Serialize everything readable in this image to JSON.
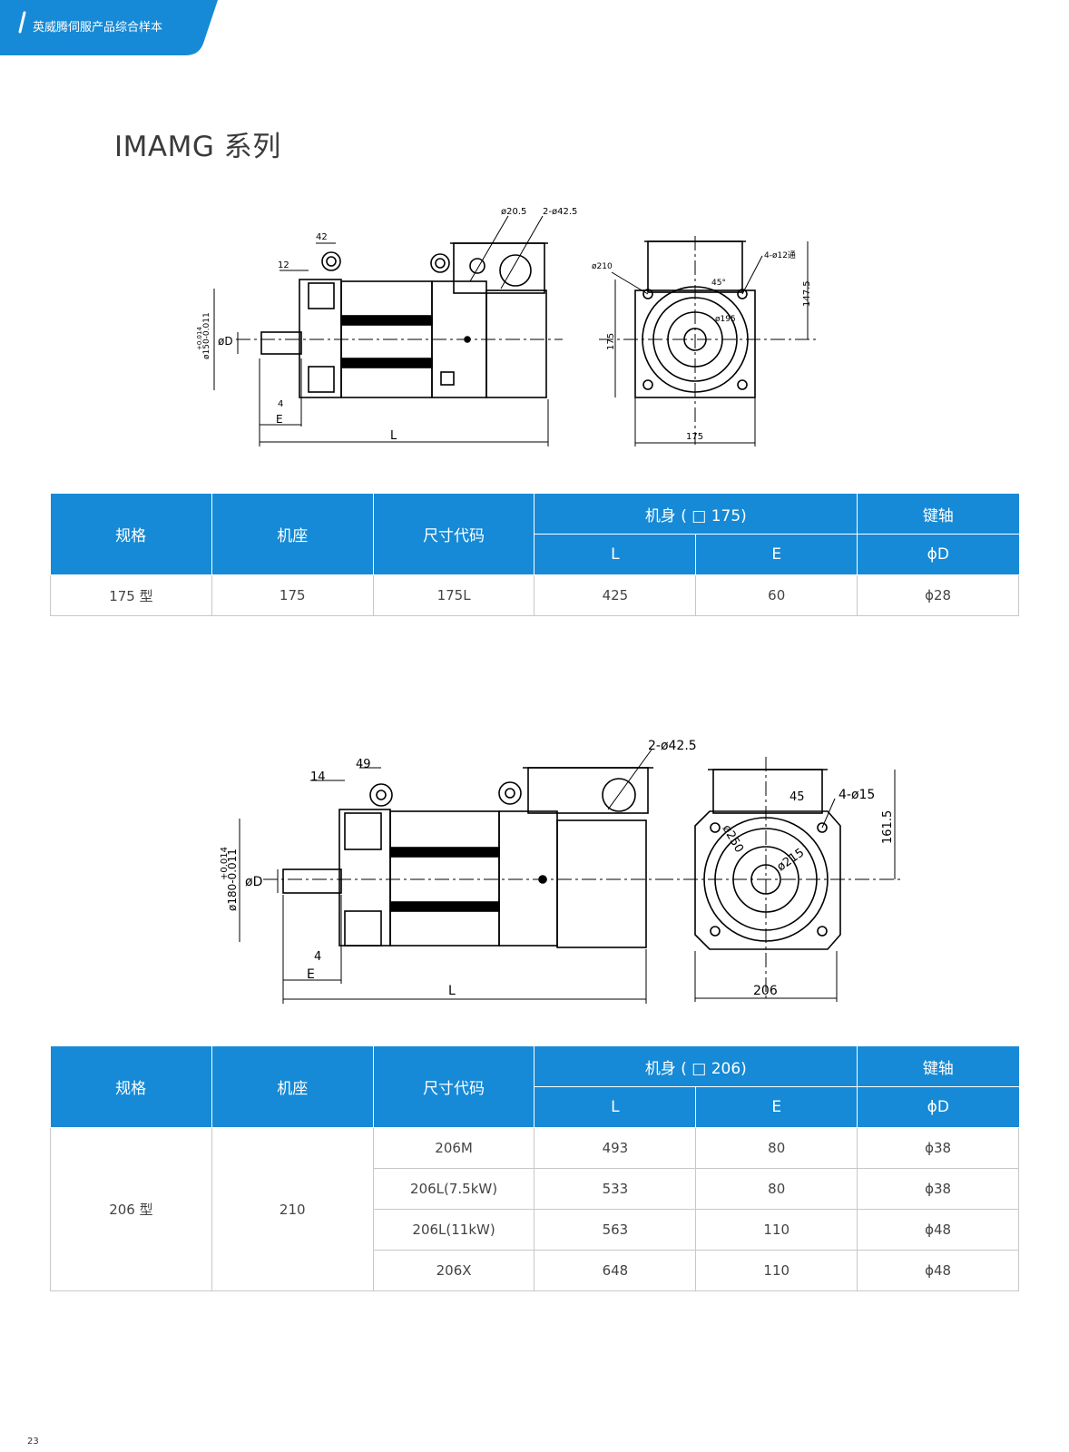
{
  "header": {
    "section_label": "英威腾伺服产品综合样本"
  },
  "page_title": "IMAMG 系列",
  "drawing1": {
    "labels": {
      "phi205": "ø20.5",
      "holes": "2-ø42.5",
      "d42": "42",
      "d12": "12",
      "d150": "ø150-0.011",
      "d150_tol": "+0.014",
      "phiD": "øD",
      "d4": "4",
      "E": "E",
      "L": "L",
      "phi210": "ø210",
      "bolts": "4-ø12通",
      "h147": "147.5",
      "ang45": "45°",
      "phi195": "ø195",
      "h175": "175",
      "w175": "175"
    }
  },
  "table1": {
    "headers": {
      "spec": "规格",
      "frame": "机座",
      "code": "尺寸代码",
      "body": "机身 ( □ 175)",
      "key": "键轴",
      "L": "L",
      "E": "E",
      "D": "ϕD"
    },
    "rows": [
      {
        "spec": "175 型",
        "frame": "175",
        "code": "175L",
        "L": "425",
        "E": "60",
        "D": "ϕ28"
      }
    ]
  },
  "drawing2": {
    "labels": {
      "holes": "2-ø42.5",
      "d49": "49",
      "d14": "14",
      "d180": "ø180-0.011",
      "d180_tol": "+0.014",
      "phiD": "øD",
      "d4": "4",
      "E": "E",
      "L": "L",
      "bolts": "4-ø15",
      "ang45": "45",
      "h161": "161.5",
      "phi250": "ø250",
      "phi215": "ø215",
      "w206": "206"
    }
  },
  "table2": {
    "headers": {
      "spec": "规格",
      "frame": "机座",
      "code": "尺寸代码",
      "body": "机身 ( □ 206)",
      "key": "键轴",
      "L": "L",
      "E": "E",
      "D": "ϕD"
    },
    "spec": "206 型",
    "frame": "210",
    "rows": [
      {
        "code": "206M",
        "L": "493",
        "E": "80",
        "D": "ϕ38"
      },
      {
        "code": "206L(7.5kW)",
        "L": "533",
        "E": "80",
        "D": "ϕ38"
      },
      {
        "code": "206L(11kW)",
        "L": "563",
        "E": "110",
        "D": "ϕ48"
      },
      {
        "code": "206X",
        "L": "648",
        "E": "110",
        "D": "ϕ48"
      }
    ]
  },
  "footer": {
    "page_number": "23"
  },
  "colors": {
    "accent": "#168ad6",
    "border": "#c8c8c8"
  }
}
